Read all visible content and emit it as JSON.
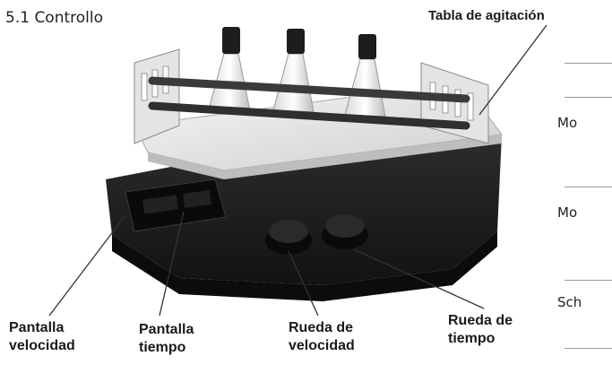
{
  "section_heading": "5.1 Controllo",
  "callouts": {
    "shaking_table": "Tabla de agitación",
    "speed_display": [
      "Pantalla",
      "velocidad"
    ],
    "time_display": [
      "Pantalla",
      "tiempo"
    ],
    "speed_knob": [
      "Rueda de",
      "velocidad"
    ],
    "time_knob": [
      "Rueda de",
      "tiempo"
    ]
  },
  "right_column": [
    "Mo",
    "Mo",
    "Sch"
  ],
  "colors": {
    "device_body": "#1b1b1b",
    "platform": "#e8e8e8",
    "leader_lines": "#333333"
  }
}
